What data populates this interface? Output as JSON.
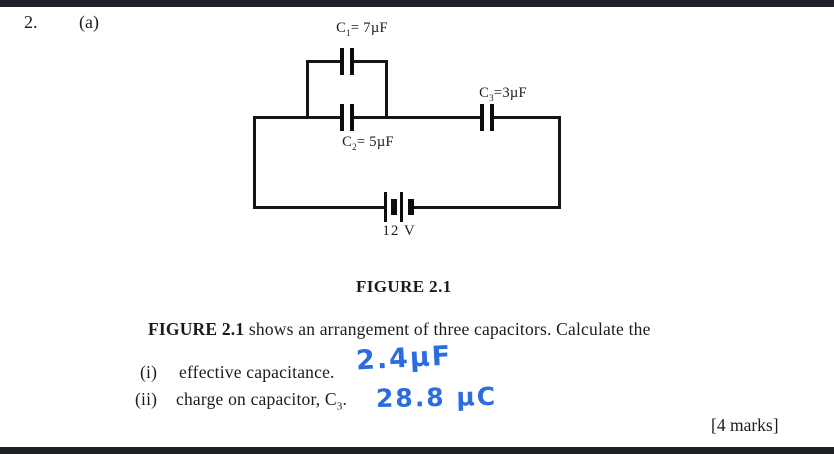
{
  "page": {
    "question_number": "2.",
    "part_label": "(a)",
    "marks": "[4 marks]"
  },
  "figure": {
    "caption": "FIGURE 2.1",
    "battery_label": "12 V",
    "c1": {
      "base": "C",
      "sub": "1",
      "value": "= 7µF"
    },
    "c2": {
      "base": "C",
      "sub": "2",
      "value": "= 5µF"
    },
    "c3": {
      "base": "C",
      "sub": "3",
      "value": "=3µF"
    }
  },
  "question": {
    "intro_bold": "FIGURE 2.1",
    "intro_rest": " shows an arrangement of three capacitors. Calculate the",
    "item1_number": "(i)",
    "item1_text": "effective capacitance.",
    "item2_number": "(ii)",
    "item2_prefix": "charge on capacitor, C",
    "item2_sub": "3",
    "item2_suffix": ".",
    "answer_capacitance": "2.4µF",
    "answer_charge": "28.8 µC"
  },
  "colors": {
    "ink_blue": "#2b6ce0",
    "bar": "#1d2126",
    "wire": "#151515"
  }
}
